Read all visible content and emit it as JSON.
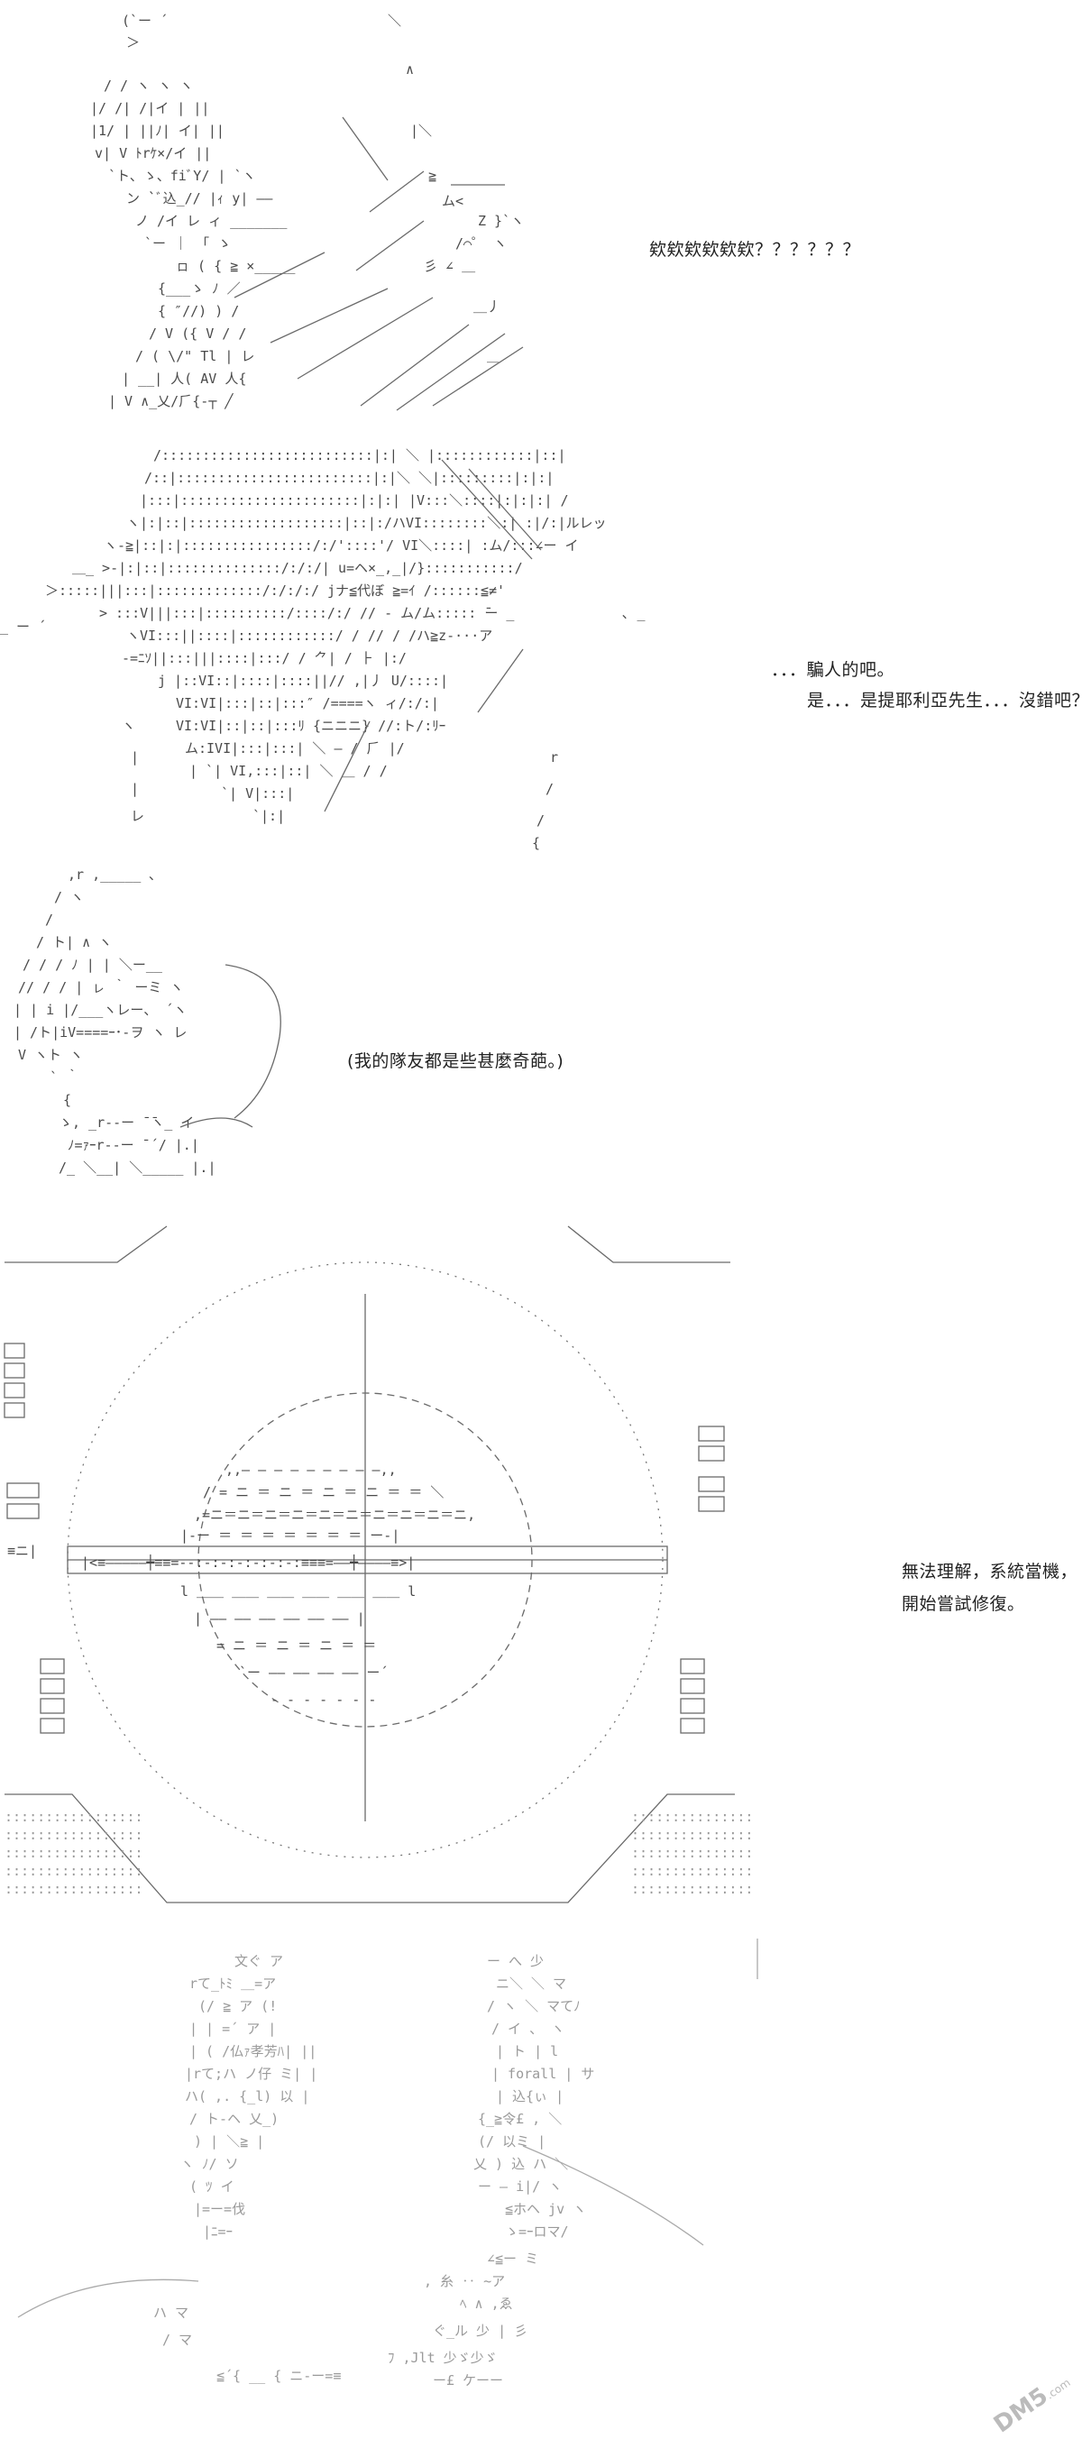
{
  "panels": [
    {
      "dialogue": "欸欸欸欸欸欸？？？？？？"
    },
    {
      "dialogue": "．．．騙人的吧。"
    },
    {
      "dialogue": "(我的隊友都是些甚麼奇葩。)"
    },
    {
      "dialogue_lines": [
        "無法理解，系統當機，",
        "開始嘗試修復。"
      ]
    },
    {
      "dialogue": "是．．．是提耶利亞先生．．．沒錯吧？"
    }
  ],
  "watermark": {
    "brand": "DM5",
    "suffix": ".com"
  }
}
